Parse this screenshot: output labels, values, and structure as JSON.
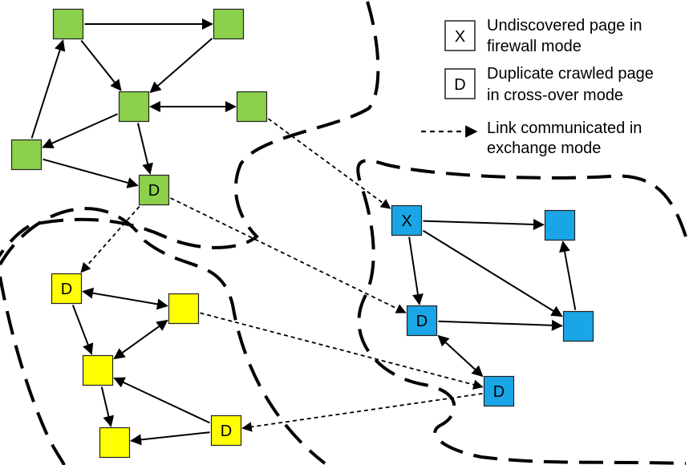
{
  "colors": {
    "green": "#8cd04b",
    "yellow": "#ffff00",
    "blue": "#1aa6e6",
    "node_stroke": "#222222",
    "legend_box_fill": "#ffffff",
    "line": "#000000"
  },
  "legend": [
    {
      "symbol": "X",
      "lines": [
        "Undiscovered page in",
        "firewall mode"
      ]
    },
    {
      "symbol": "D",
      "lines": [
        "Duplicate crawled page",
        "in cross-over mode"
      ]
    },
    {
      "symbol": "",
      "lines": [
        "Link communicated in",
        "exchange mode"
      ]
    }
  ],
  "nodes": {
    "g1": {
      "group": "green",
      "label": ""
    },
    "g2": {
      "group": "green",
      "label": ""
    },
    "g3": {
      "group": "green",
      "label": ""
    },
    "g4": {
      "group": "green",
      "label": ""
    },
    "g5": {
      "group": "green",
      "label": ""
    },
    "gd": {
      "group": "green",
      "label": "D"
    },
    "yd1": {
      "group": "yellow",
      "label": "D"
    },
    "y2": {
      "group": "yellow",
      "label": ""
    },
    "y3": {
      "group": "yellow",
      "label": ""
    },
    "y4": {
      "group": "yellow",
      "label": ""
    },
    "yd2": {
      "group": "yellow",
      "label": "D"
    },
    "bx": {
      "group": "blue",
      "label": "X"
    },
    "b2": {
      "group": "blue",
      "label": ""
    },
    "bd1": {
      "group": "blue",
      "label": "D"
    },
    "b4": {
      "group": "blue",
      "label": ""
    },
    "bd2": {
      "group": "blue",
      "label": "D"
    }
  }
}
